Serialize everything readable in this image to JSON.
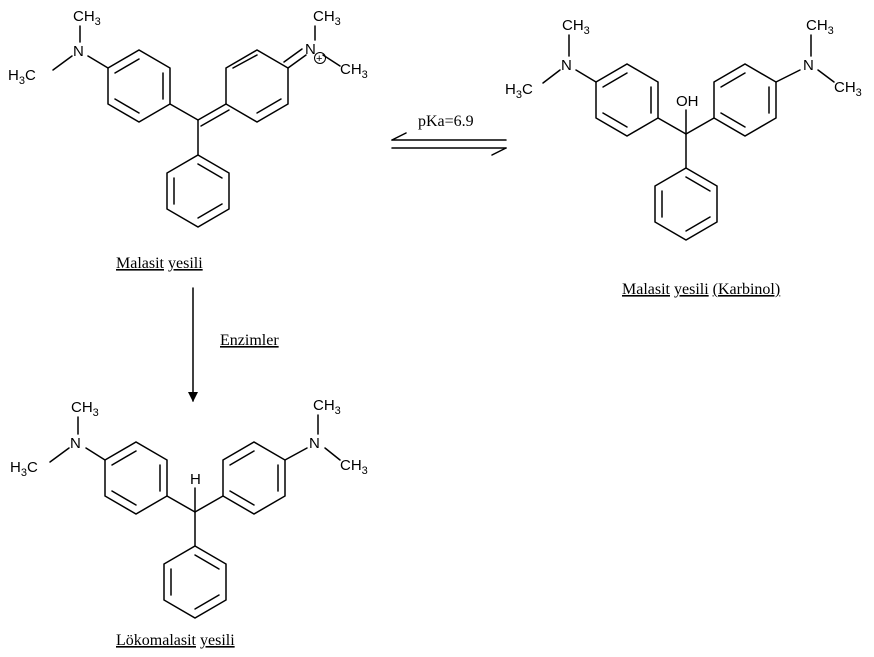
{
  "atoms": {
    "nitrogen": "N",
    "carbon": "C",
    "hydrogen": "H",
    "hydroxyl": "OH",
    "methyl_left_main": "H",
    "methyl_left_sub": "3",
    "methyl_right_main": "CH",
    "methyl_right_sub": "3",
    "charge": "+"
  },
  "compounds": {
    "malachite_green": {
      "name_word1": "Malasit",
      "name_word2": "yesili"
    },
    "carbinol": {
      "name_word1": "Malasit",
      "name_word2": "yesili",
      "name_word3": "(Karbinol)"
    },
    "leuco": {
      "name_word1": "Lökomalasit",
      "name_word2": "yesili"
    }
  },
  "reactions": {
    "equilibrium_label": "pKa=6.9",
    "enzyme_label": "Enzimler"
  }
}
